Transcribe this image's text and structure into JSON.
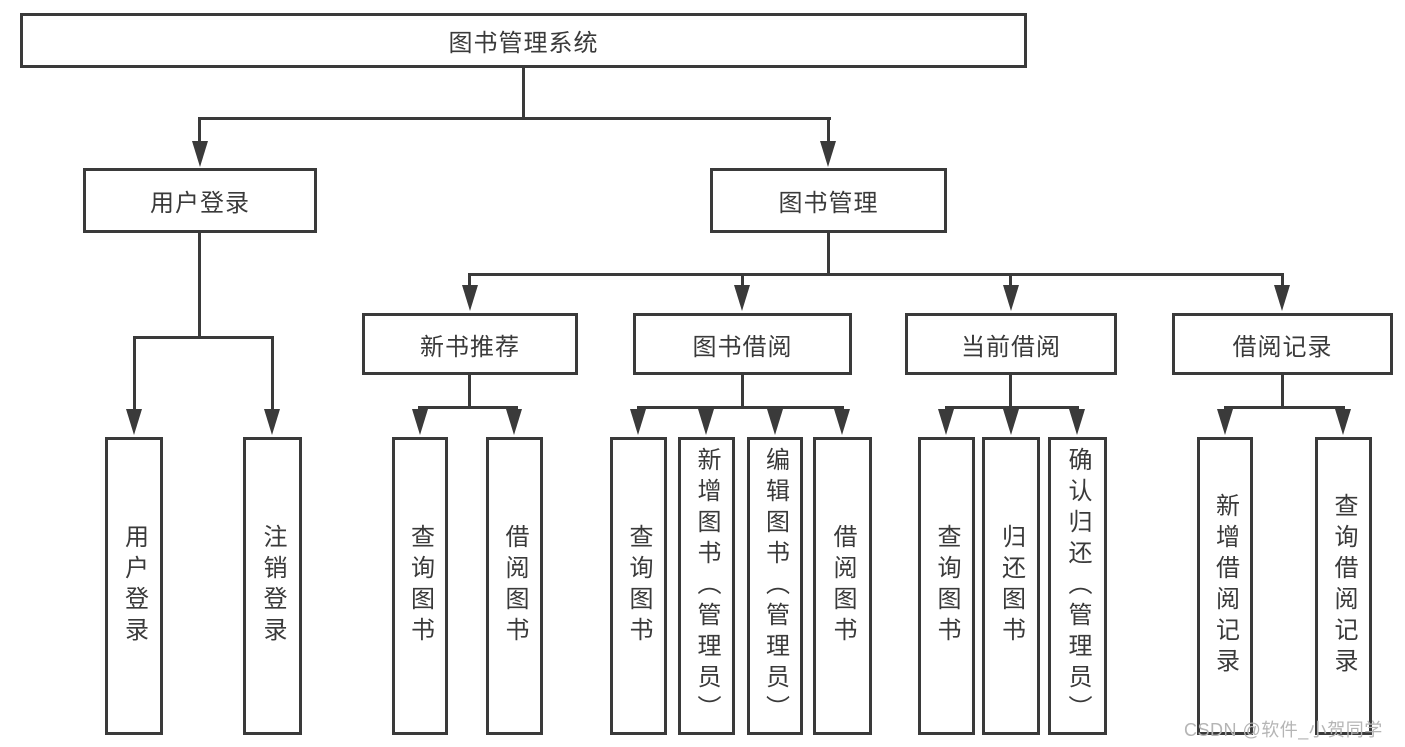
{
  "watermark": "CSDN @软件_小贺同学",
  "colors": {
    "line": "#3a3a3a",
    "text": "#3a3a3a",
    "background": "#ffffff",
    "watermark": "#b5b5b5"
  },
  "tree": {
    "root": "图书管理系统",
    "branches": [
      {
        "label": "用户登录",
        "children": [
          {
            "label": "用户登录"
          },
          {
            "label": "注销登录"
          }
        ]
      },
      {
        "label": "图书管理",
        "children": [
          {
            "label": "新书推荐",
            "children": [
              {
                "label": "查询图书"
              },
              {
                "label": "借阅图书"
              }
            ]
          },
          {
            "label": "图书借阅",
            "children": [
              {
                "label": "查询图书"
              },
              {
                "label": "新增图书（管理员）"
              },
              {
                "label": "编辑图书（管理员）"
              },
              {
                "label": "借阅图书"
              }
            ]
          },
          {
            "label": "当前借阅",
            "children": [
              {
                "label": "查询图书"
              },
              {
                "label": "归还图书"
              },
              {
                "label": "确认归还（管理员）"
              }
            ]
          },
          {
            "label": "借阅记录",
            "children": [
              {
                "label": "新增借阅记录"
              },
              {
                "label": "查询借阅记录"
              }
            ]
          }
        ]
      }
    ]
  }
}
